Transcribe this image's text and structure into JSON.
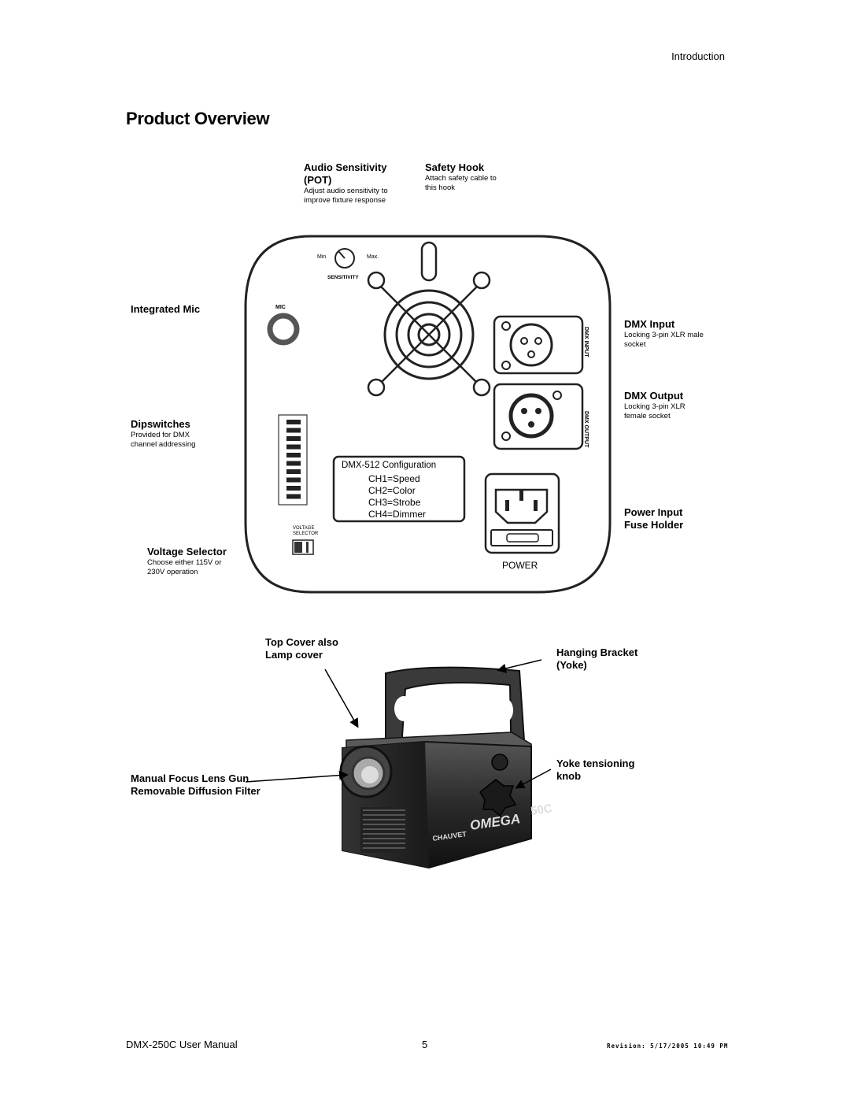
{
  "header": {
    "section": "Introduction"
  },
  "title": "Product Overview",
  "callouts": {
    "audio_sensitivity": {
      "title_line1": "Audio Sensitivity",
      "title_line2": "(POT)",
      "desc_line1": "Adjust audio sensitivity to",
      "desc_line2": "improve fixture response"
    },
    "safety_hook": {
      "title": "Safety Hook",
      "desc_line1": "Attach safety cable to",
      "desc_line2": "this hook"
    },
    "integrated_mic": {
      "title": "Integrated Mic"
    },
    "dmx_input": {
      "title": "DMX Input",
      "desc_line1": "Locking 3-pin XLR male",
      "desc_line2": "socket"
    },
    "dmx_output": {
      "title": "DMX Output",
      "desc_line1": "Locking 3-pin XLR",
      "desc_line2": "female socket"
    },
    "dipswitches": {
      "title": "Dipswitches",
      "desc_line1": "Provided for DMX",
      "desc_line2": "channel addressing"
    },
    "power_input": {
      "title_line1": "Power Input",
      "title_line2": "Fuse Holder"
    },
    "voltage_selector": {
      "title": "Voltage Selector",
      "desc_line1": "Choose either 115V or",
      "desc_line2": "230V operation"
    },
    "top_cover": {
      "title_line1": "Top Cover also",
      "title_line2": "Lamp cover"
    },
    "hanging_bracket": {
      "title_line1": "Hanging Bracket",
      "title_line2": "(Yoke)"
    },
    "yoke_knob": {
      "title_line1": "Yoke tensioning",
      "title_line2": "knob"
    },
    "lens_gun": {
      "title_line1": "Manual Focus Lens Gun",
      "title_line2": "Removable Diffusion Filter"
    }
  },
  "panel": {
    "min_label": "Min",
    "max_label": "Max.",
    "sensitivity_label": "SENSITIVITY",
    "mic_label": "MIC",
    "dmx_input_label": "DMX INPUT",
    "dmx_output_label": "DMX OUTPUT",
    "config_title": "DMX-512 Configuration",
    "config_lines": [
      "CH1=Speed",
      "CH2=Color",
      "CH3=Strobe",
      "CH4=Dimmer"
    ],
    "voltage_label_line1": "VOLTAGE",
    "voltage_label_line2": "SELECTOR",
    "power_label": "POWER"
  },
  "fixture": {
    "brand": "CHAUVET",
    "model": "OMEGA",
    "model_suffix": "50C"
  },
  "footer": {
    "manual": "DMX-250C User Manual",
    "page": "5",
    "revision": "Revision: 5/17/2005 10:49 PM"
  }
}
